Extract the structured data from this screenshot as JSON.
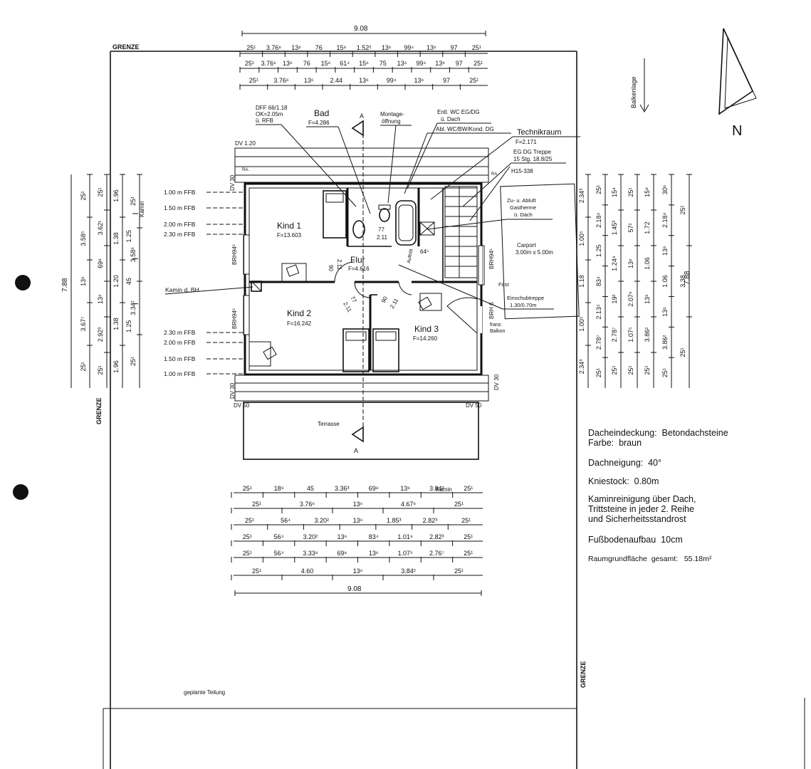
{
  "labels": {
    "grenze": "GRENZE",
    "north": "N",
    "balkenlage": "Balkenlage",
    "terrasse": "Terrasse",
    "section_a": "A",
    "geplante_teilung": "geplante Teilung",
    "dv_120": "DV 1.20",
    "dv_30": "DV 30",
    "dv_50": "DV 50",
    "ra": "RA.",
    "kamin_d_bh": "Kamin d. BH",
    "dff_line1": "DFF 66/1.18",
    "dff_line2": "OK=2.05m",
    "dff_line3": "ü. RFB",
    "montage_line1": "Montage-",
    "montage_line2": "öffnung",
    "entl_line1": "Entl. WC EG/DG",
    "entl_line2": "ü. Dach",
    "abl": "Abl. WC/BW/Kond. DG",
    "eg_dg_line1": "EG DG Treppe",
    "eg_dg_line2": "15 Stg. 18.8/25",
    "h15": "H15-338",
    "gastherme_line1": "Zu- u. Abluft",
    "gastherme_line2": "Gastherme",
    "gastherme_line3": "ü. Dach",
    "carport_line1": "Carport",
    "carport_line2": "3.00m x 5.00m",
    "first": "First",
    "einschub_line1": "Einschubtreppe",
    "einschub_line2": "1.30/0.70m",
    "brh94_5": "BRH94⁵",
    "brh6": "BRH 6",
    "franz_line1": "franz.",
    "franz_line2": "Balkon",
    "auftritt": "Auftritt",
    "kamin": "Kamin",
    "ffb_100": "1.00 m FFB",
    "ffb_150": "1.50 m FFB",
    "ffb_200": "2.00 m FFB",
    "ffb_230": "2.30 m FFB"
  },
  "rooms": {
    "bad": {
      "name": "Bad",
      "area": "F=4.286"
    },
    "technikraum": {
      "name": "Technikraum",
      "area": "F=2.171"
    },
    "kind1": {
      "name": "Kind 1",
      "area": "F=13.603"
    },
    "kind2": {
      "name": "Kind 2",
      "area": "F=16.242"
    },
    "kind3": {
      "name": "Kind 3",
      "area": "F=14.260"
    },
    "flur": {
      "name": "Flur",
      "area": "F=4.616"
    }
  },
  "dims": {
    "top_total": "9.08",
    "top_row1": [
      "25¹",
      "3.76⁶",
      "13⁶",
      "76",
      "15⁸",
      "1.52²",
      "13⁶",
      "99⁴",
      "13⁶",
      "97",
      "25¹"
    ],
    "top_row2": [
      "25¹",
      "3.76⁶",
      "13⁶",
      "76",
      "15⁶",
      "61⁴",
      "15⁶",
      "75",
      "13⁶",
      "99⁴",
      "13⁶",
      "97",
      "25¹"
    ],
    "top_row3": [
      "25¹",
      "3.76⁶",
      "13⁶",
      "2.44",
      "13⁶",
      "99⁴",
      "13⁶",
      "97",
      "25¹"
    ],
    "bottom_row1": [
      "25¹",
      "18⁹",
      "45",
      "3.36³",
      "69⁸",
      "13⁶",
      "3.84²",
      "25¹"
    ],
    "bottom_row2": [
      "25¹",
      "3.76⁶",
      "13⁶",
      "4.67⁶",
      "25¹"
    ],
    "bottom_row3": [
      "25¹",
      "56⁴",
      "3.20²",
      "13⁶",
      "1.85³",
      "2.82³",
      "25¹"
    ],
    "bottom_row4": [
      "25¹",
      "56⁴",
      "3.20²",
      "13⁶",
      "83⁴",
      "1.01⁹",
      "2.82³",
      "25¹"
    ],
    "bottom_row5": [
      "25¹",
      "56⁴",
      "3.33⁸",
      "69⁸",
      "13⁶",
      "1.07⁵",
      "2.76⁷",
      "25¹"
    ],
    "bottom_row6": [
      "25¹",
      "4.60",
      "13⁶",
      "3.84²",
      "25¹"
    ],
    "bottom_total": "9.08",
    "left_total": "7.88",
    "left_col1": [
      "25¹",
      "3.58⁵",
      "13⁶",
      "3.67⁷",
      "25¹"
    ],
    "left_col2": [
      "25¹",
      "3.62¹",
      "69⁸",
      "13⁶",
      "2.92³",
      "25¹"
    ],
    "left_col3": [
      "1.96",
      "1.38",
      "1.20",
      "1.38",
      "1.96"
    ],
    "left_col4": [
      "1.25",
      "45",
      "1.25"
    ],
    "left_col5": [
      "25¹",
      "3.58⁶",
      "3.34²",
      "25¹"
    ],
    "right_total": "7.88",
    "right_col1": [
      "2.34³",
      "1.00⁵",
      "1.18",
      "1.00⁵",
      "2.34³"
    ],
    "right_col2": [
      "25¹",
      "2.18⁴",
      "1.25",
      "83⁴",
      "2.13⁵",
      "2.78⁷",
      "25¹"
    ],
    "right_col3": [
      "15⁸",
      "1.45³",
      "1.24⁹",
      "19²",
      "2.78⁷",
      "25¹"
    ],
    "right_col4": [
      "25¹",
      "57²",
      "13⁶",
      "2.07⁹",
      "1.07⁵",
      "25¹"
    ],
    "right_col5": [
      "15⁸",
      "1.72",
      "1.06",
      "13⁶",
      "3.86²",
      "25¹"
    ],
    "right_col6": [
      "30⁶",
      "2.18⁴",
      "13⁶",
      "1.06",
      "13⁶",
      "3.86²",
      "25¹"
    ],
    "right_col7": [
      "25¹",
      "3.38",
      "25¹"
    ],
    "door_77": "77",
    "door_211": "2.11",
    "door_90": "90",
    "door_645": "64⁵",
    "kamin_label": "Kamin"
  },
  "notes": {
    "line1": "Dacheindeckung:  Betondachsteine",
    "line2": "Farbe:  braun",
    "line3": "Dachneigung:  40°",
    "line4": "Kniestock:  0.80m",
    "line5": "Kaminreinigung über Dach,",
    "line6": "Trittsteine in jeder 2. Reihe",
    "line7": "und Sicherheitsstandrost",
    "line8": "Fußbodenaufbau  10cm",
    "line9": "Raumgrundfläche  gesamt:   55.18m²"
  }
}
